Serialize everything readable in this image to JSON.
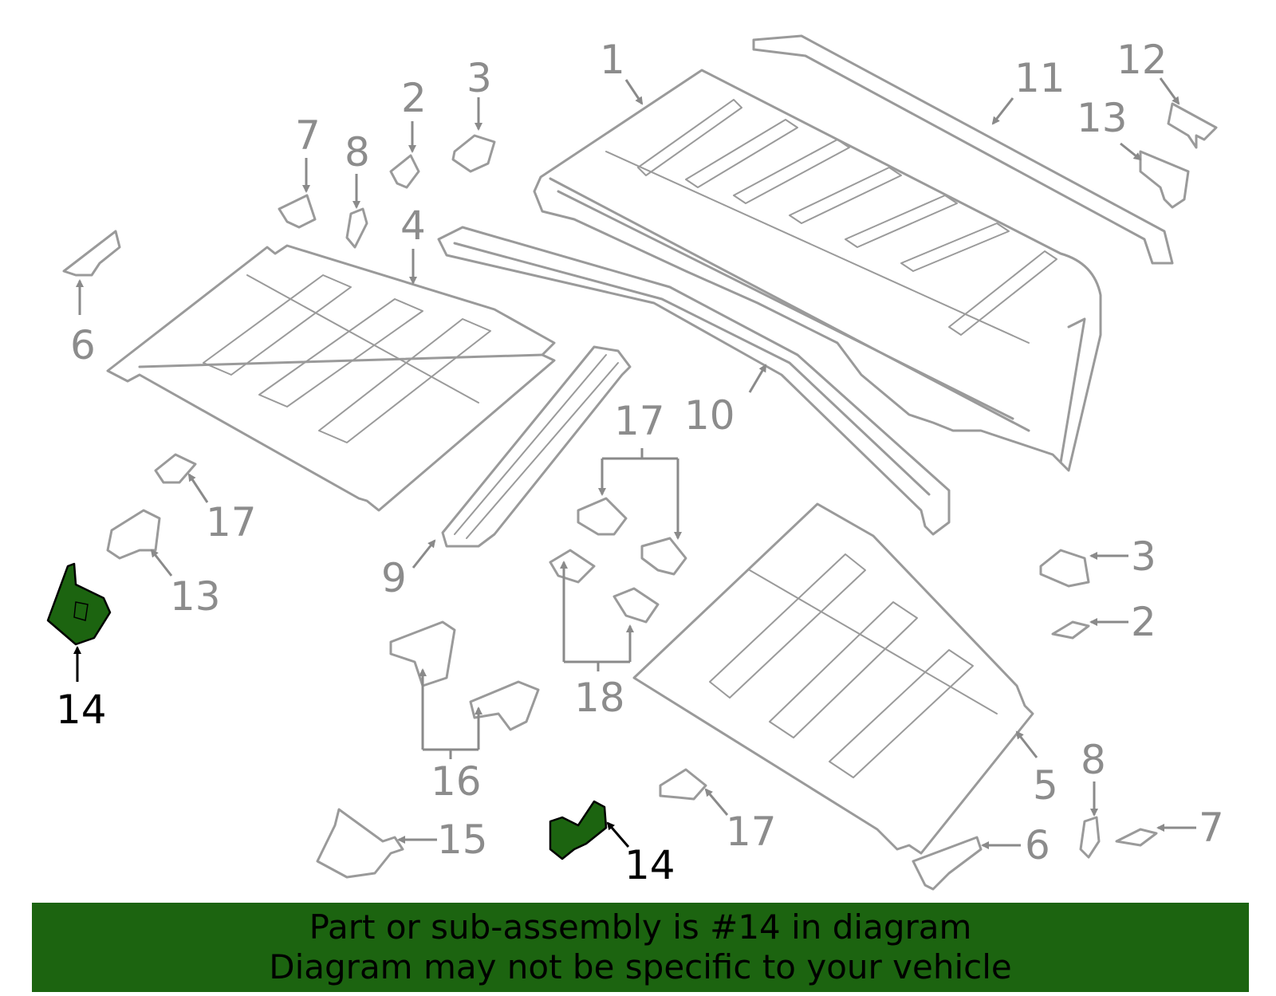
{
  "highlight_color": "#1c6410",
  "callouts": {
    "c1": "1",
    "c2a": "2",
    "c2b": "2",
    "c3a": "3",
    "c3b": "3",
    "c4": "4",
    "c5": "5",
    "c6a": "6",
    "c6b": "6",
    "c7a": "7",
    "c7b": "7",
    "c8a": "8",
    "c8b": "8",
    "c9": "9",
    "c10": "10",
    "c11": "11",
    "c12": "12",
    "c13a": "13",
    "c13b": "13",
    "c14a": "14",
    "c14b": "14",
    "c15": "15",
    "c16": "16",
    "c17a": "17",
    "c17b": "17",
    "c17c": "17",
    "c18": "18"
  },
  "banner": {
    "line1": "Part or sub-assembly is #14 in diagram",
    "line2": "Diagram may not be specific to your vehicle"
  }
}
